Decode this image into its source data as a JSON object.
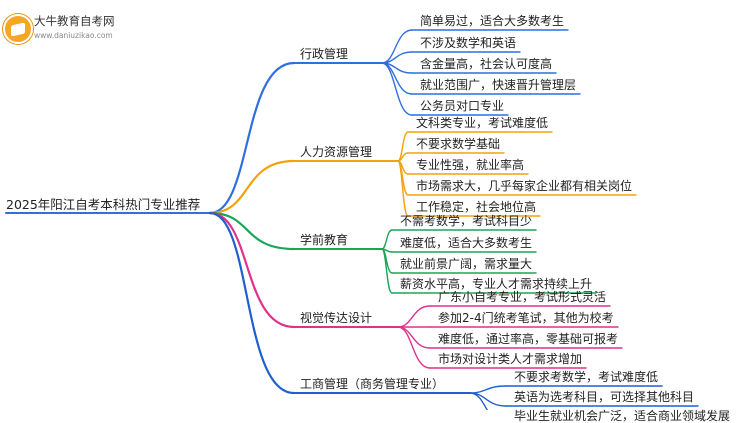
{
  "logo": {
    "name": "大牛教育自考网",
    "url": "www.daniuzikao.com"
  },
  "root": {
    "label": "2025年阳江自考本科热门专业推荐"
  },
  "colors": {
    "blue": "#2f6fe0",
    "orange": "#f2a20c",
    "green": "#1aa657",
    "pink": "#e0318d",
    "navy": "#1f5fd0"
  },
  "branches": [
    {
      "label": "行政管理",
      "color": "blue",
      "leaves": [
        "简单易过，适合大多数考生",
        "不涉及数学和英语",
        "含金量高，社会认可度高",
        "就业范围广，快速晋升管理层",
        "公务员对口专业"
      ]
    },
    {
      "label": "人力资源管理",
      "color": "orange",
      "leaves": [
        "文科类专业，考试难度低",
        "不要求数学基础",
        "专业性强，就业率高",
        "市场需求大，几乎每家企业都有相关岗位",
        "工作稳定，社会地位高"
      ]
    },
    {
      "label": "学前教育",
      "color": "green",
      "leaves": [
        "不需考数学，考试科目少",
        "难度低，适合大多数考生",
        "就业前景广阔，需求量大",
        "薪资水平高，专业人才需求持续上升"
      ]
    },
    {
      "label": "视觉传达设计",
      "color": "pink",
      "leaves": [
        "广东小自考专业，考试形式灵活",
        "参加2-4门统考笔试，其他为校考",
        "难度低，通过率高，零基础可报考",
        "市场对设计类人才需求增加"
      ]
    },
    {
      "label": "工商管理（商务管理专业）",
      "color": "navy",
      "leaves": [
        "不要求考数学，考试难度低",
        "英语为选考科目，可选择其他科目",
        "毕业生就业机会广泛，适合商业领域发展"
      ]
    }
  ]
}
